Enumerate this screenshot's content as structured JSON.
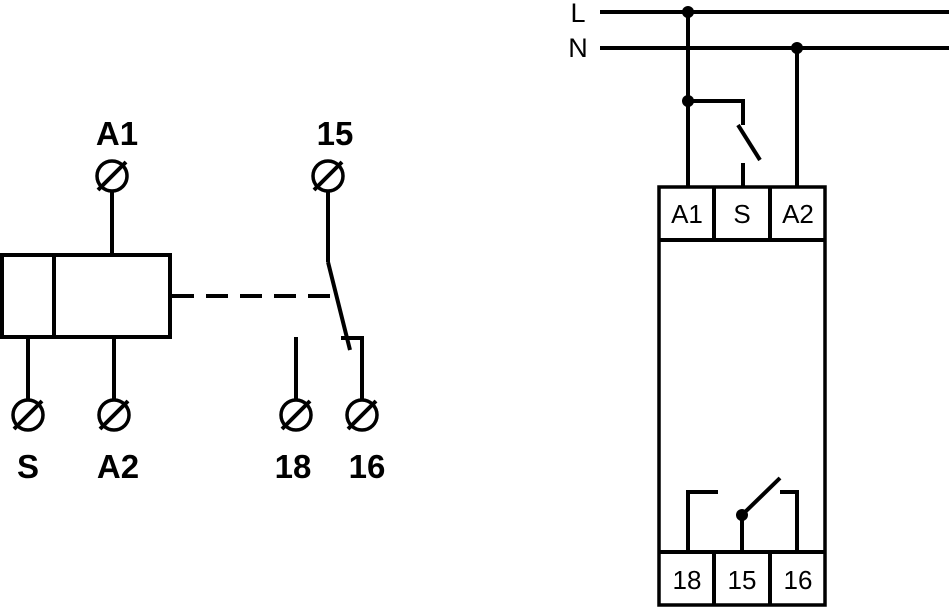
{
  "schematic": {
    "coil_terminals": {
      "a1": "A1",
      "s": "S",
      "a2": "A2"
    },
    "contact_terminals": {
      "common": "15",
      "nc": "16",
      "no": "18"
    }
  },
  "wiring": {
    "supply_lines": {
      "line": "L",
      "neutral": "N"
    },
    "top_terminals": {
      "a1": "A1",
      "s": "S",
      "a2": "A2"
    },
    "bottom_terminals": {
      "t18": "18",
      "t15": "15",
      "t16": "16"
    }
  },
  "colors": {
    "stroke": "#000000",
    "background": "#ffffff"
  }
}
